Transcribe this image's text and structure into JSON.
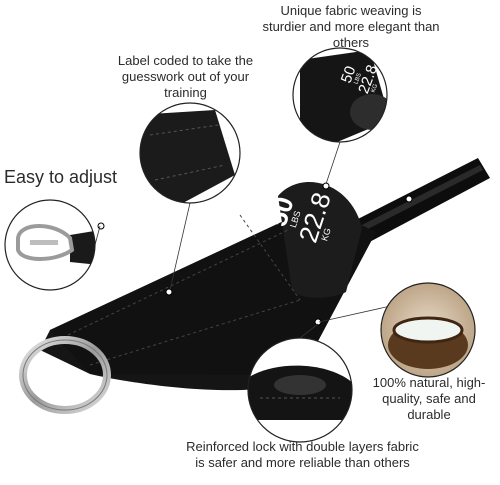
{
  "callouts": {
    "weaving": "Unique fabric weaving is sturdier and more elegant than others",
    "label": "Label coded to take the guesswork out of your training",
    "adjust": "Easy to adjust",
    "natural": "100% natural, high-quality, safe and durable",
    "lock": "Reinforced lock with double layers fabric is safer and more reliable than others"
  },
  "strap_label": {
    "lbs_value": "50",
    "lbs_unit": "LBS",
    "kg_value": "22.8",
    "kg_unit": "KG"
  },
  "colors": {
    "strap": "#111111",
    "rod": "#0d0d0d",
    "ring": "#b8b8b8",
    "bowl": "#5a3a1e",
    "milk": "#f1f5f2"
  }
}
